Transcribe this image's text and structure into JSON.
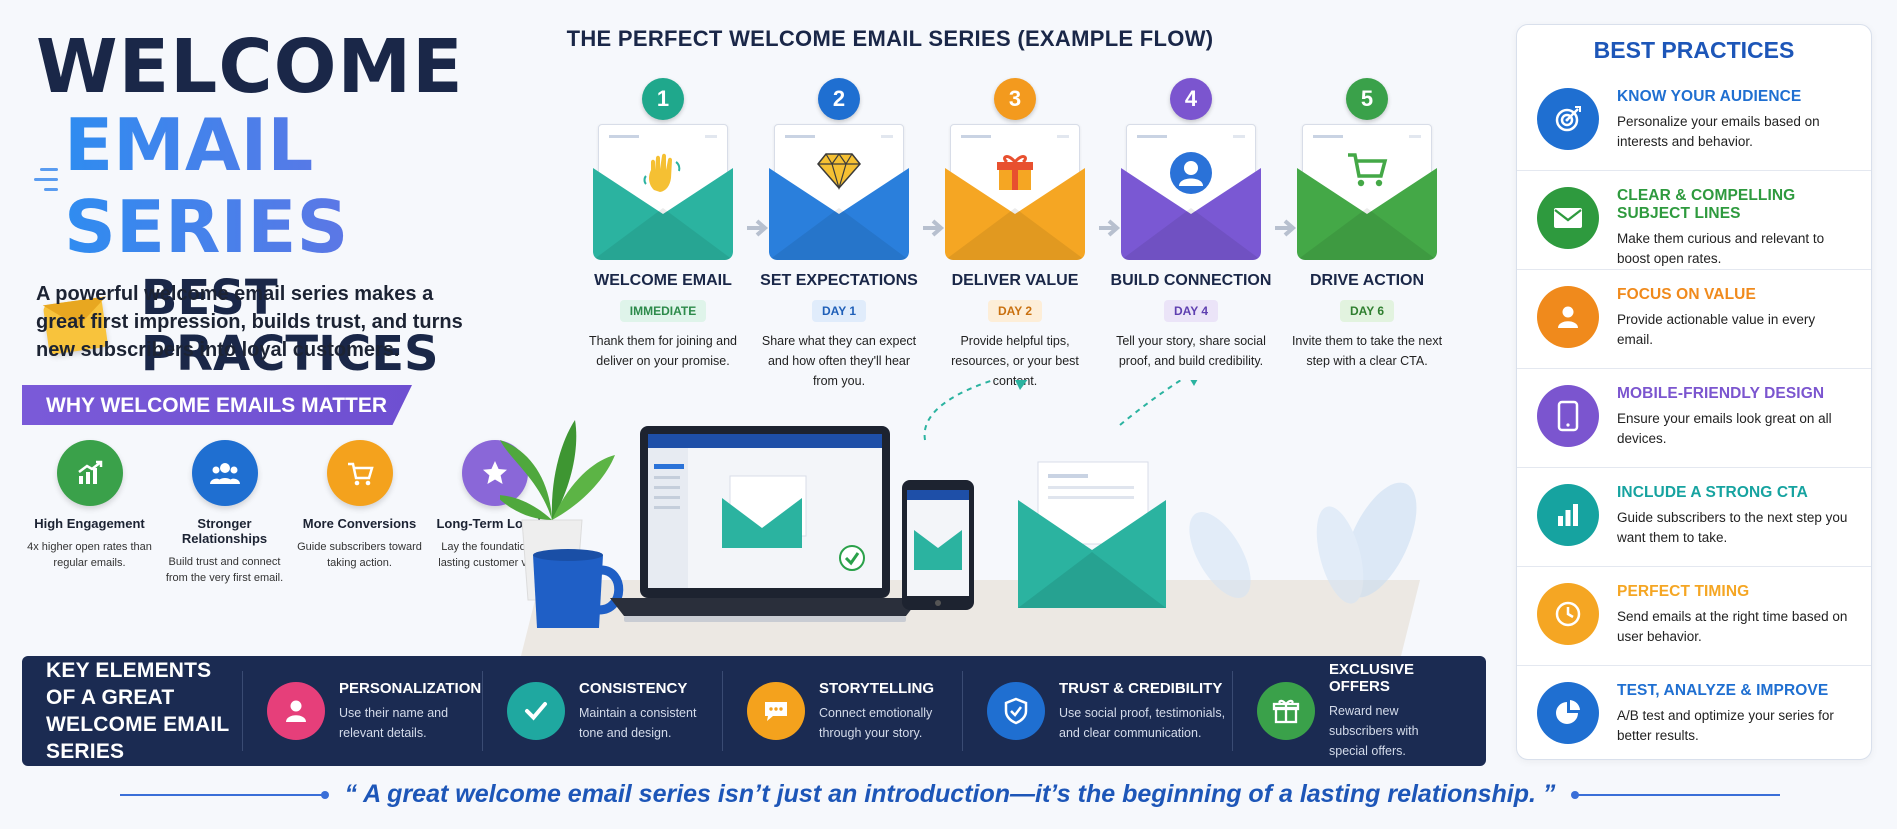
{
  "hero": {
    "line1": "WELCOME",
    "line2": "EMAIL SERIES",
    "line3": "BEST PRACTICES",
    "intro": "A powerful welcome email series makes a great first impression, builds trust, and turns new subscribers into loyal customers."
  },
  "why": {
    "heading": "WHY WELCOME EMAILS MATTER",
    "items": [
      {
        "title": "High Engagement",
        "desc": "4x higher open rates than regular emails.",
        "color": "#3aa14a",
        "icon": "chart-up-icon"
      },
      {
        "title": "Stronger Relationships",
        "desc": "Build trust and connect from the very first email.",
        "color": "#1f6fd1",
        "icon": "people-icon"
      },
      {
        "title": "More Conversions",
        "desc": "Guide subscribers toward taking action.",
        "color": "#f4a21d",
        "icon": "cart-icon"
      },
      {
        "title": "Long-Term Loyalty",
        "desc": "Lay the foundation for lasting customer value.",
        "color": "#8a67d8",
        "icon": "star-icon"
      }
    ]
  },
  "flow": {
    "title": "THE PERFECT WELCOME EMAIL SERIES (EXAMPLE FLOW)",
    "steps": [
      {
        "num": "1",
        "title": "WELCOME EMAIL",
        "badge": "IMMEDIATE",
        "desc": "Thank them for joining and deliver on your promise.",
        "color": "#1fa88c",
        "env": "#2bb3a0",
        "badge_bg": "#dff4ea",
        "badge_fg": "#2c8a4a",
        "icon": "waving-hand-icon"
      },
      {
        "num": "2",
        "title": "SET EXPECTATIONS",
        "badge": "DAY 1",
        "desc": "Share what they can expect and how often they'll hear from you.",
        "color": "#1f6fd1",
        "env": "#2a7fdc",
        "badge_bg": "#e0ecfb",
        "badge_fg": "#1f5fb8",
        "icon": "diamond-icon"
      },
      {
        "num": "3",
        "title": "DELIVER VALUE",
        "badge": "DAY 2",
        "desc": "Provide helpful tips, resources, or your best content.",
        "color": "#f39a1e",
        "env": "#f5a623",
        "badge_bg": "#fdeed8",
        "badge_fg": "#c9700f",
        "icon": "gift-icon"
      },
      {
        "num": "4",
        "title": "BUILD CONNECTION",
        "badge": "DAY 4",
        "desc": "Tell your story, share social proof, and build credibility.",
        "color": "#7b55cf",
        "env": "#7a58d3",
        "badge_bg": "#ebe4f8",
        "badge_fg": "#5e3fb0",
        "icon": "person-icon"
      },
      {
        "num": "5",
        "title": "DRIVE ACTION",
        "badge": "DAY 6",
        "desc": "Invite them to take the next step with a clear CTA.",
        "color": "#3aa14a",
        "env": "#44a847",
        "badge_bg": "#e2f3df",
        "badge_fg": "#2f7f2f",
        "icon": "cart-icon"
      }
    ]
  },
  "key": {
    "heading": "KEY ELEMENTS OF A GREAT WELCOME EMAIL SERIES",
    "items": [
      {
        "title": "PERSONALIZATION",
        "desc": "Use their name and relevant details.",
        "color": "#e63f7a",
        "icon": "person-icon"
      },
      {
        "title": "CONSISTENCY",
        "desc": "Maintain a consistent tone and design.",
        "color": "#1fa8a0",
        "icon": "check-icon"
      },
      {
        "title": "STORYTELLING",
        "desc": "Connect emotionally through your story.",
        "color": "#f4a21d",
        "icon": "chat-icon"
      },
      {
        "title": "TRUST & CREDIBILITY",
        "desc": "Use social proof, testimonials, and clear communication.",
        "color": "#1f6fd1",
        "icon": "shield-icon"
      },
      {
        "title": "EXCLUSIVE OFFERS",
        "desc": "Reward new subscribers with special offers.",
        "color": "#3aa14a",
        "icon": "gift-icon"
      }
    ]
  },
  "quote": "“ A great welcome email series isn’t just an introduction—it’s the beginning of a lasting relationship. ”",
  "sidebar": {
    "title": "BEST PRACTICES",
    "items": [
      {
        "title": "KNOW YOUR AUDIENCE",
        "desc": "Personalize your emails based on interests and behavior.",
        "color": "#1f6fd1",
        "icon": "target-icon"
      },
      {
        "title": "CLEAR & COMPELLING SUBJECT LINES",
        "desc": "Make them curious and relevant to boost open rates.",
        "color": "#2e9a3e",
        "icon": "envelope-icon"
      },
      {
        "title": "FOCUS ON VALUE",
        "desc": "Provide actionable value in every email.",
        "color": "#f08a1c",
        "icon": "person-icon"
      },
      {
        "title": "MOBILE-FRIENDLY DESIGN",
        "desc": "Ensure your emails look great on all devices.",
        "color": "#7b55cf",
        "icon": "phone-icon"
      },
      {
        "title": "INCLUDE A STRONG CTA",
        "desc": "Guide subscribers to the next step you want them to take.",
        "color": "#16a3a0",
        "icon": "bar-chart-icon"
      },
      {
        "title": "PERFECT TIMING",
        "desc": "Send emails at the right time based on user behavior.",
        "color": "#f5a623",
        "icon": "clock-icon"
      },
      {
        "title": "TEST, ANALYZE & IMPROVE",
        "desc": "A/B test and optimize your series for better results.",
        "color": "#1f6fd1",
        "icon": "pie-chart-icon"
      }
    ]
  }
}
